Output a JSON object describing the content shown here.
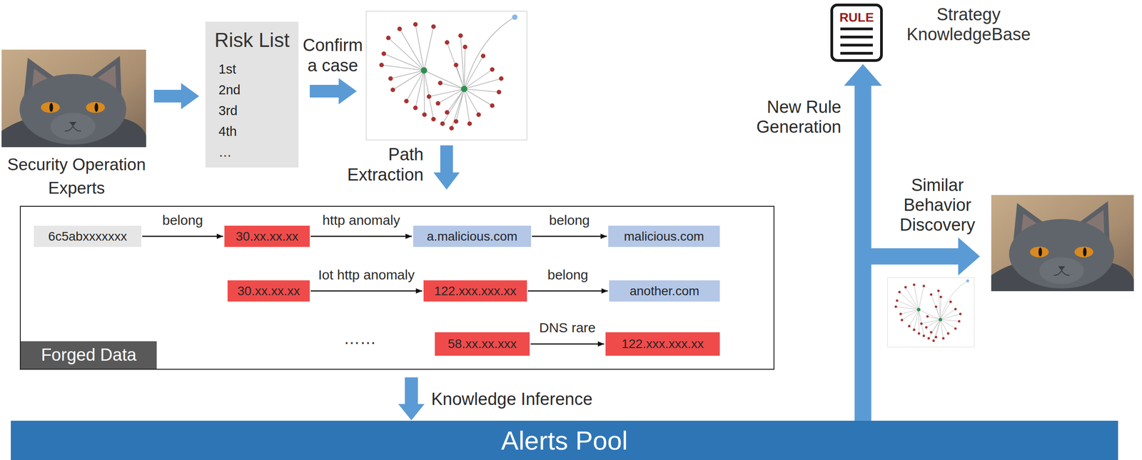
{
  "diagram": {
    "nodes": [
      {
        "text": [
          "Security Operation Experts"
        ]
      },
      {
        "text": [
          "Risk List",
          "1st",
          "2nd",
          "3rd",
          "4th",
          "…"
        ]
      },
      {
        "text": [
          "Forged Data"
        ]
      },
      {
        "text": [
          "6c5abxxxxxxx"
        ],
        "in": 2
      },
      {
        "text": [
          "30.xx.xx.xx"
        ],
        "in": 2
      },
      {
        "text": [
          "a.malicious.com"
        ],
        "in": 2
      },
      {
        "text": [
          "malicious.com"
        ],
        "in": 2
      },
      {
        "text": [
          "30.xx.xx.xx"
        ],
        "in": 2
      },
      {
        "text": [
          "122.xxx.xxx.xx"
        ],
        "in": 2
      },
      {
        "text": [
          "another.com"
        ],
        "in": 2
      },
      {
        "text": [
          "58.xx.xx.xxx"
        ],
        "in": 2
      },
      {
        "text": [
          "122.xxx.xxx.xx"
        ],
        "in": 2
      },
      {
        "text": [
          "RULE",
          "Strategy KnowledgeBase"
        ]
      },
      {
        "text": [
          "Alerts Pool"
        ]
      }
    ],
    "edges": [
      {
        "from": 0,
        "to": 1,
        "arrow": "to"
      },
      {
        "from": 3,
        "to": 4,
        "label": "belong",
        "arrow": "to"
      },
      {
        "from": 4,
        "to": 5,
        "label": "http anomaly",
        "arrow": "to"
      },
      {
        "from": 5,
        "to": 6,
        "label": "belong",
        "arrow": "to"
      },
      {
        "from": 7,
        "to": 8,
        "label": "Iot http anomaly",
        "arrow": "to"
      },
      {
        "from": 8,
        "to": 9,
        "label": "belong",
        "arrow": "to"
      },
      {
        "from": 10,
        "to": 11,
        "label": "DNS rare",
        "arrow": "to"
      },
      {
        "from": 2,
        "to": 13,
        "label": "Knowledge Inference",
        "arrow": "to"
      },
      {
        "from": 13,
        "to": 12,
        "label": "New Rule Generation",
        "arrow": "to"
      }
    ],
    "labels": [
      "Confirm a case",
      "Path Extraction",
      "……",
      "Similar Behavior Discovery"
    ]
  }
}
